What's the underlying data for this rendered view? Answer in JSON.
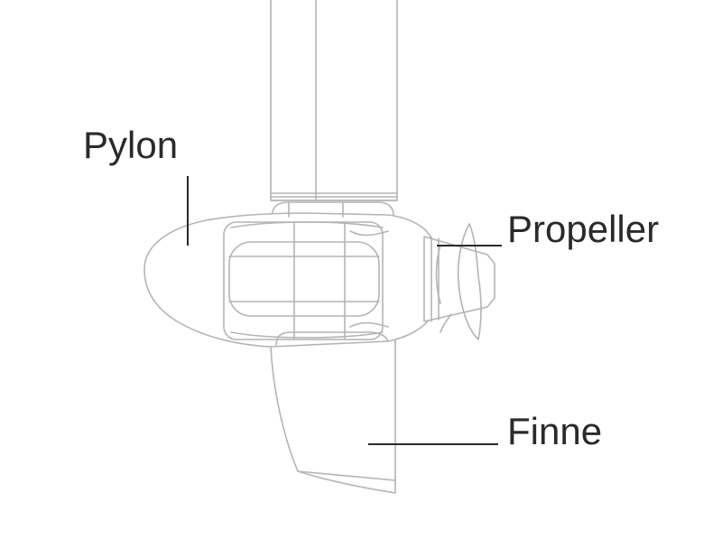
{
  "labels": {
    "pylon": "Pylon",
    "propeller": "Propeller",
    "fin": "Finne"
  },
  "colors": {
    "outline": "#b4b4b4",
    "label_text": "#2a2a2a",
    "background": "#ffffff"
  }
}
